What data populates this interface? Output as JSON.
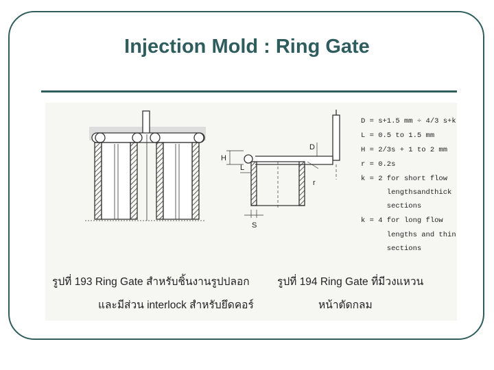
{
  "slide": {
    "title": "Injection Mold : Ring Gate"
  },
  "figure": {
    "dimension_labels": {
      "H": "H",
      "L": "L",
      "S": "S",
      "D": "D",
      "r": "r"
    },
    "formulas": [
      "D = s+1.5 mm ÷ 4/3 s+k",
      "L = 0.5 to 1.5 mm",
      "H = 2/3s + 1 to 2 mm",
      "r = 0.2s",
      "k = 2 for short flow",
      "      lengthsandthick",
      "      sections",
      "k = 4 for long flow",
      "      lengths and thin",
      "      sections"
    ],
    "caption_left_line1": "รูปที่ 193 Ring Gate สำหรับชิ้นงานรูปปลอก",
    "caption_left_line2": "และมีส่วน interlock สำหรับยึดคอร์",
    "caption_right_line1": "รูปที่ 194 Ring Gate ที่มีวงแหวน",
    "caption_right_line2": "หน้าตัดกลม"
  },
  "colors": {
    "accent": "#2f5d5d",
    "ink": "#222222"
  }
}
